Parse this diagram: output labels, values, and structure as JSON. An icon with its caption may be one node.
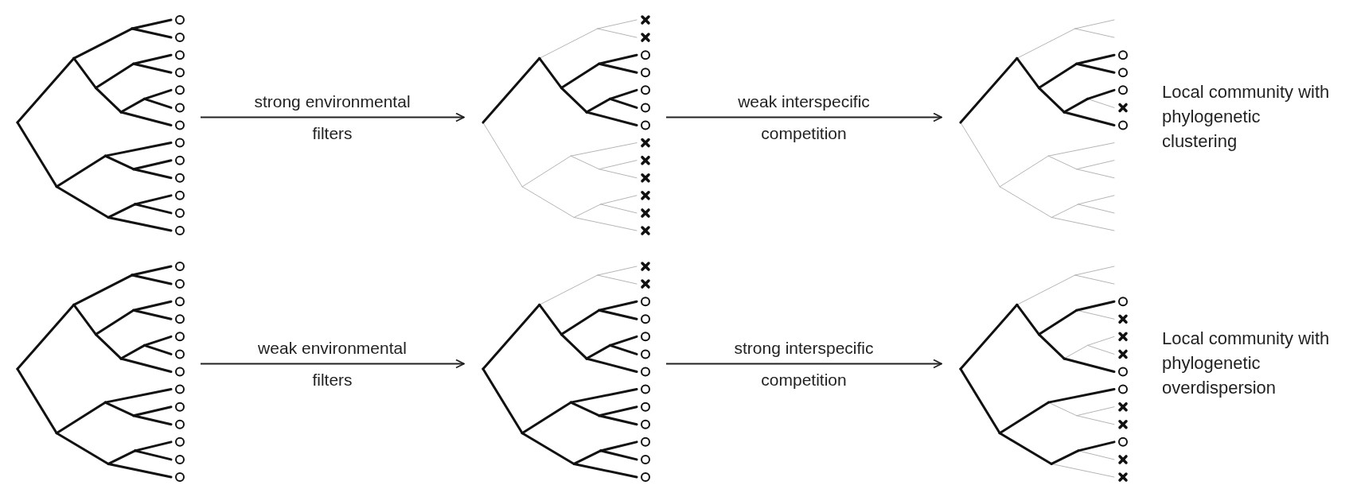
{
  "diagram": {
    "nodes": [
      {
        "text": [],
        "shape": "tree"
      },
      {
        "text": [],
        "shape": "tree"
      },
      {
        "text": [],
        "shape": "tree",
        "beside": [
          "Local community with phylogenetic clustering"
        ]
      },
      {
        "text": [],
        "shape": "tree"
      },
      {
        "text": [],
        "shape": "tree"
      },
      {
        "text": [],
        "shape": "tree",
        "beside": [
          "Local community with phylogenetic overdispersion"
        ]
      }
    ],
    "edges": [
      {
        "from": 0,
        "to": 1,
        "arrow": "to",
        "label": "strong environmental filters"
      },
      {
        "from": 1,
        "to": 2,
        "arrow": "to",
        "label": "weak interspecific competition"
      },
      {
        "from": 3,
        "to": 4,
        "arrow": "to",
        "label": "weak environmental filters"
      },
      {
        "from": 4,
        "to": 5,
        "arrow": "to",
        "label": "strong interspecific competition"
      }
    ]
  }
}
